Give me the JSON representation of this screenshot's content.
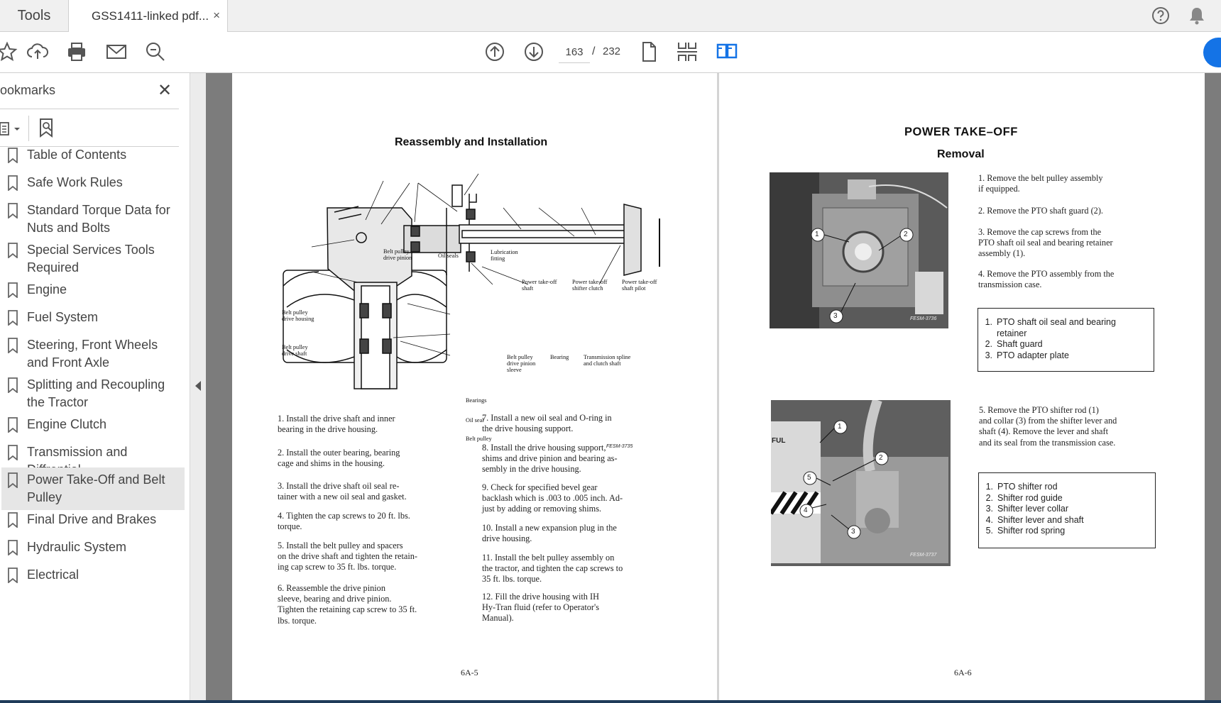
{
  "tabs": {
    "tools": "Tools",
    "document": "GSS1411-linked pdf...",
    "close": "×"
  },
  "toolbar": {
    "page_current": "163",
    "page_separator": "/",
    "page_total": "232"
  },
  "sidebar": {
    "title": "ookmarks",
    "close": "✕",
    "items": [
      {
        "label": "Table of Contents"
      },
      {
        "label": "Safe Work Rules"
      },
      {
        "label": "Standard Torque Data for Nuts and Bolts"
      },
      {
        "label": "Special Services Tools Required"
      },
      {
        "label": "Engine"
      },
      {
        "label": "Fuel System"
      },
      {
        "label": "Steering, Front Wheels and Front Axle"
      },
      {
        "label": "Splitting and Recoupling the Tractor"
      },
      {
        "label": "Engine Clutch"
      },
      {
        "label": "Transmission and Diffrential"
      },
      {
        "label": "Power Take-Off and Belt Pulley"
      },
      {
        "label": "Final Drive and Brakes"
      },
      {
        "label": "Hydraulic System"
      },
      {
        "label": "Electrical"
      }
    ],
    "active_index": 10
  },
  "left_page": {
    "heading": "Reassembly and Installation",
    "diagram_labels": {
      "belt_pulley_drive_pinion": "Belt pulley\ndrive pinion",
      "oil_seals": "Oil seals",
      "lubrication_fitting": "Lubrication\nfitting",
      "pto_shaft": "Power take-off\nshaft",
      "pto_shifter_clutch": "Power take-off\nshifter clutch",
      "pto_shaft_pilot": "Power take-off\nshaft pilot",
      "belt_pulley_drive_housing": "Belt pulley\ndrive housing",
      "belt_pulley_drive_shaft": "Belt pulley\ndrive shaft",
      "belt_pulley_drive_pinion_sleeve": "Belt pulley\ndrive pinion\nsleeve",
      "bearing": "Bearing",
      "transmission_spline": "Transmission spline\nand clutch shaft",
      "bearings": "Bearings",
      "oil_seal": "Oil seal",
      "belt_pulley": "Belt pulley",
      "figure_code": "FESM-3735"
    },
    "steps_col1": [
      "1.  Install the drive shaft and inner\nbearing in the drive housing.",
      "2.  Install the outer bearing, bearing\ncage and shims in the housing.",
      "3.  Install the drive shaft oil seal re-\ntainer with a new oil seal and gasket.",
      "4.  Tighten the cap screws to 20 ft. lbs.\ntorque.",
      "5.  Install the belt pulley and spacers\non the drive shaft and tighten the retain-\ning cap screw to 35 ft. lbs. torque.",
      "6.  Reassemble the drive pinion\nsleeve, bearing and drive pinion.\nTighten the retaining cap screw to 35 ft.\nlbs. torque."
    ],
    "steps_col2": [
      "7.  Install a new oil seal and O-ring in\nthe drive housing support.",
      "8.  Install the drive housing support,\nshims and drive pinion and bearing as-\nsembly in the drive housing.",
      "9.  Check for specified bevel gear\nbacklash which is .003 to .005 inch.  Ad-\njust by adding or removing shims.",
      "10.  Install a new expansion plug in the\ndrive housing.",
      "11.  Install the belt pulley assembly on\nthe tractor, and tighten the cap screws to\n35 ft. lbs. torque.",
      "12.  Fill the drive housing with IH\nHy-Tran fluid (refer to Operator's\nManual)."
    ],
    "page_number": "6A-5"
  },
  "right_page": {
    "heading": "POWER TAKE–OFF",
    "subheading": "Removal",
    "steps_a": [
      "1.  Remove the belt pulley assembly\nif equipped.",
      "2.  Remove the PTO shaft guard (2).",
      "3.  Remove the cap screws from the\nPTO shaft oil seal and bearing retainer\nassembly (1).",
      "4.  Remove the PTO assembly from the\ntransmission case."
    ],
    "legend_a": [
      {
        "n": "1.",
        "text": "PTO shaft oil seal and bearing"
      },
      {
        "n": "",
        "text": "retainer"
      },
      {
        "n": "2.",
        "text": "Shaft guard"
      },
      {
        "n": "3.",
        "text": "PTO adapter plate"
      }
    ],
    "photo_a_code": "FESM-3736",
    "photo_a_callouts": [
      "1",
      "2",
      "3"
    ],
    "step_5": "5.  Remove the PTO shifter rod (1)\nand collar (3) from the shifter lever and\nshaft (4).  Remove the lever and shaft\nand its seal from the transmission case.",
    "legend_b": [
      {
        "n": "1.",
        "text": "PTO shifter rod"
      },
      {
        "n": "2.",
        "text": "Shifter rod guide"
      },
      {
        "n": "3.",
        "text": "Shifter lever collar"
      },
      {
        "n": "4.",
        "text": "Shifter lever and shaft"
      },
      {
        "n": "5.",
        "text": "Shifter rod spring"
      }
    ],
    "photo_b_code": "FESM-3737",
    "photo_b_callouts": [
      "1",
      "2",
      "5",
      "4",
      "3"
    ],
    "photo_b_sign": "FUL",
    "page_number": "6A-6"
  }
}
